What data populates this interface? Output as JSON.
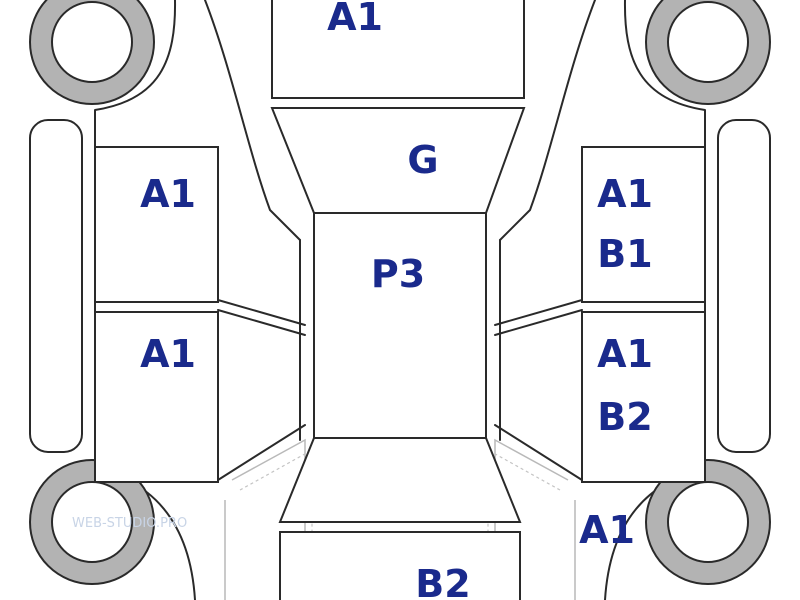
{
  "colors": {
    "label": "#1a2a8c",
    "tire": "#b3b3b3",
    "line": "#2a2a2a",
    "watermark": "#c8d4e6"
  },
  "watermark": "WEB-STUDIO.PRO",
  "panels": {
    "hood": "A1",
    "windshield": "G",
    "roof": "P3",
    "left_front_door": "A1",
    "left_rear_door": "A1",
    "right_front_door_1": "A1",
    "right_front_door_2": "B1",
    "right_rear_door_1": "A1",
    "right_rear_door_2": "B2",
    "right_rear_fender": "A1",
    "trunk": "B2"
  }
}
